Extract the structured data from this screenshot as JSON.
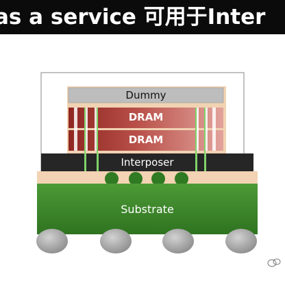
{
  "banner": {
    "title": "as a service 可用于Inter"
  },
  "diagram": {
    "labels": {
      "dummy": "Dummy",
      "dram_top": "DRAM",
      "dram_bottom": "DRAM",
      "interposer": "Interposer",
      "substrate": "Substrate"
    },
    "colors": {
      "banner": "#0b0b0b",
      "dummy": "#bdbdbd",
      "dram": "#b24a45",
      "interposer": "#262626",
      "substrate": "#3e8a2c",
      "bumps": "#2f7a22",
      "solder_balls": "#a6a6a6",
      "underfill": "#f3d3b3"
    }
  }
}
